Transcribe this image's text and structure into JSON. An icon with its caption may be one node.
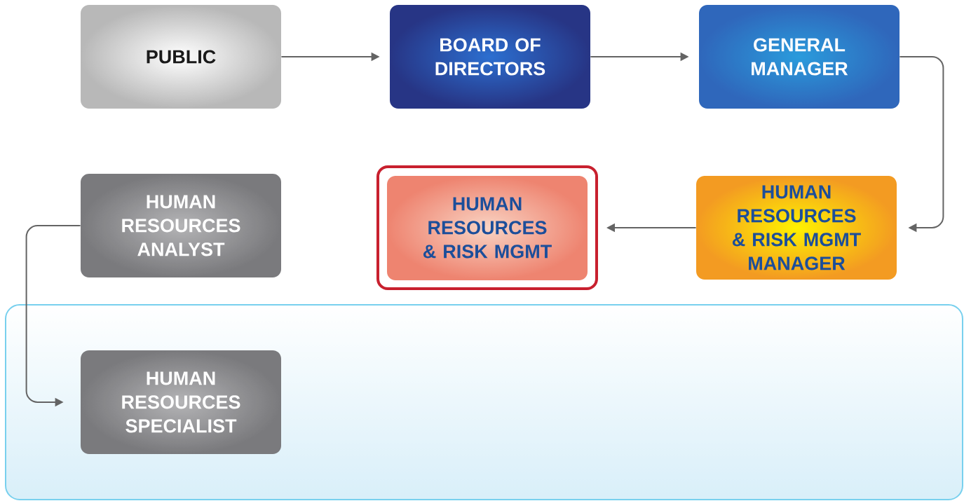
{
  "diagram": {
    "nodes": [
      {
        "text": [
          "PUBLIC"
        ]
      },
      {
        "text": [
          "BOARD OF DIRECTORS"
        ]
      },
      {
        "text": [
          "GENERAL MANAGER"
        ]
      },
      {
        "text": [
          "HUMAN RESOURCES ANALYST"
        ]
      },
      {
        "text": [
          "HUMAN RESOURCES & RISK MGMT"
        ]
      },
      {
        "text": [
          "HUMAN RESOURCES & RISK MGMT MANAGER"
        ]
      },
      {
        "text": [
          "HUMAN RESOURCES SPECIALIST"
        ]
      }
    ],
    "edges": [
      {
        "from": 0,
        "to": 1,
        "arrow": "to"
      },
      {
        "from": 1,
        "to": 2,
        "arrow": "to"
      },
      {
        "from": 2,
        "to": 5,
        "arrow": "to"
      },
      {
        "from": 5,
        "to": 4,
        "arrow": "to"
      },
      {
        "from": 3,
        "to": 6,
        "arrow": "to"
      }
    ]
  }
}
